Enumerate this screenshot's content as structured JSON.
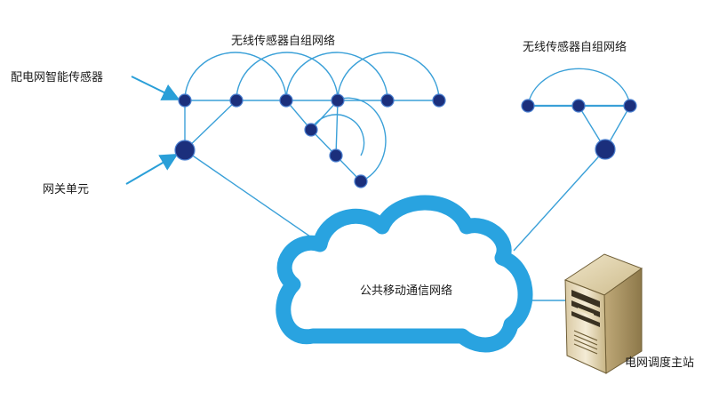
{
  "labels": {
    "mesh_left": "无线传感器自组网络",
    "mesh_right": "无线传感器自组网络",
    "smart_sensor": "配电网智能传感器",
    "gateway": "网关单元",
    "cloud": "公共移动通信网络",
    "station": "电网调度主站"
  },
  "colors": {
    "link": "#3aa0d8",
    "node_fill": "#1b2f7c",
    "node_stroke": "#4a7fd0",
    "cloud": "#29a3e0",
    "arrow": "#2a9fd8"
  },
  "icons": {
    "station": "server-tower-icon",
    "network": "cloud-icon"
  }
}
